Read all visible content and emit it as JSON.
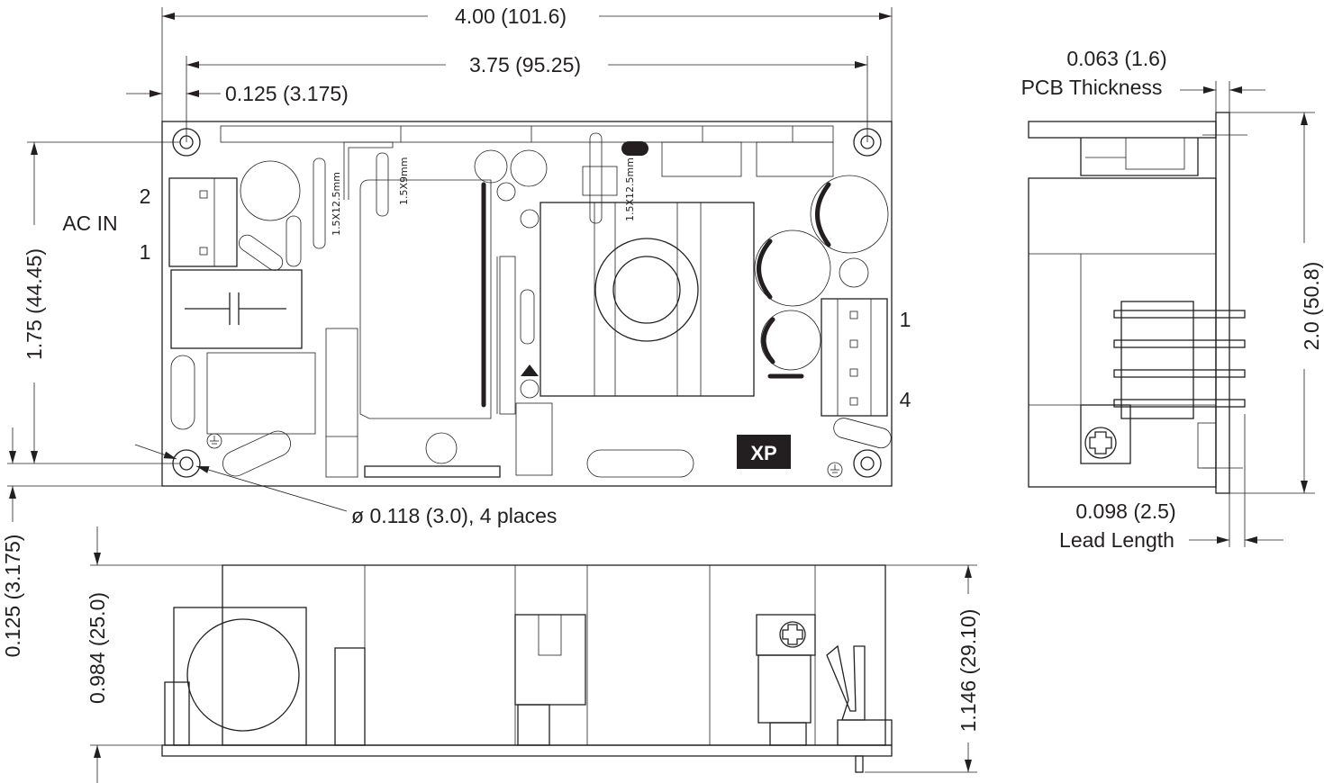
{
  "top_view": {
    "overall_length": "4.00 (101.6)",
    "hole_spacing_length": "3.75 (95.25)",
    "hole_offset_x": "0.125 (3.175)",
    "hole_spacing_width": "1.75 (44.45)",
    "hole_offset_y": "0.125 (3.175)",
    "hole_callout": "ø 0.118 (3.0), 4 places",
    "ac_in_label": "AC IN",
    "ac_pin_2": "2",
    "ac_pin_1": "1",
    "out_pin_1": "1",
    "out_pin_4": "4",
    "slot_labels": [
      "1.5X12.5mm",
      "1.5X9mm",
      "1.5X12.5mm"
    ],
    "logo": "XP"
  },
  "side_view": {
    "pcb_thickness_value": "0.063 (1.6)",
    "pcb_thickness_label": "PCB Thickness",
    "width": "2.0 (50.8)",
    "lead_length_value": "0.098 (2.5)",
    "lead_length_label": "Lead Length"
  },
  "front_view": {
    "component_height": "0.984 (25.0)",
    "overall_height": "1.146 (29.10)"
  }
}
